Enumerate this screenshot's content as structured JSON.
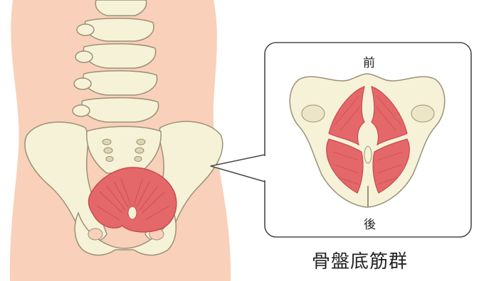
{
  "labels": {
    "front": "前",
    "back": "後",
    "title": "骨盤底筋群"
  },
  "colors": {
    "skin": "#f9d0ba",
    "bone": "#f6f2d8",
    "bone_outline": "#9a9178",
    "muscle": "#e4686a",
    "muscle_dark": "#c84a4d",
    "callout_border": "#4a4a4a"
  }
}
